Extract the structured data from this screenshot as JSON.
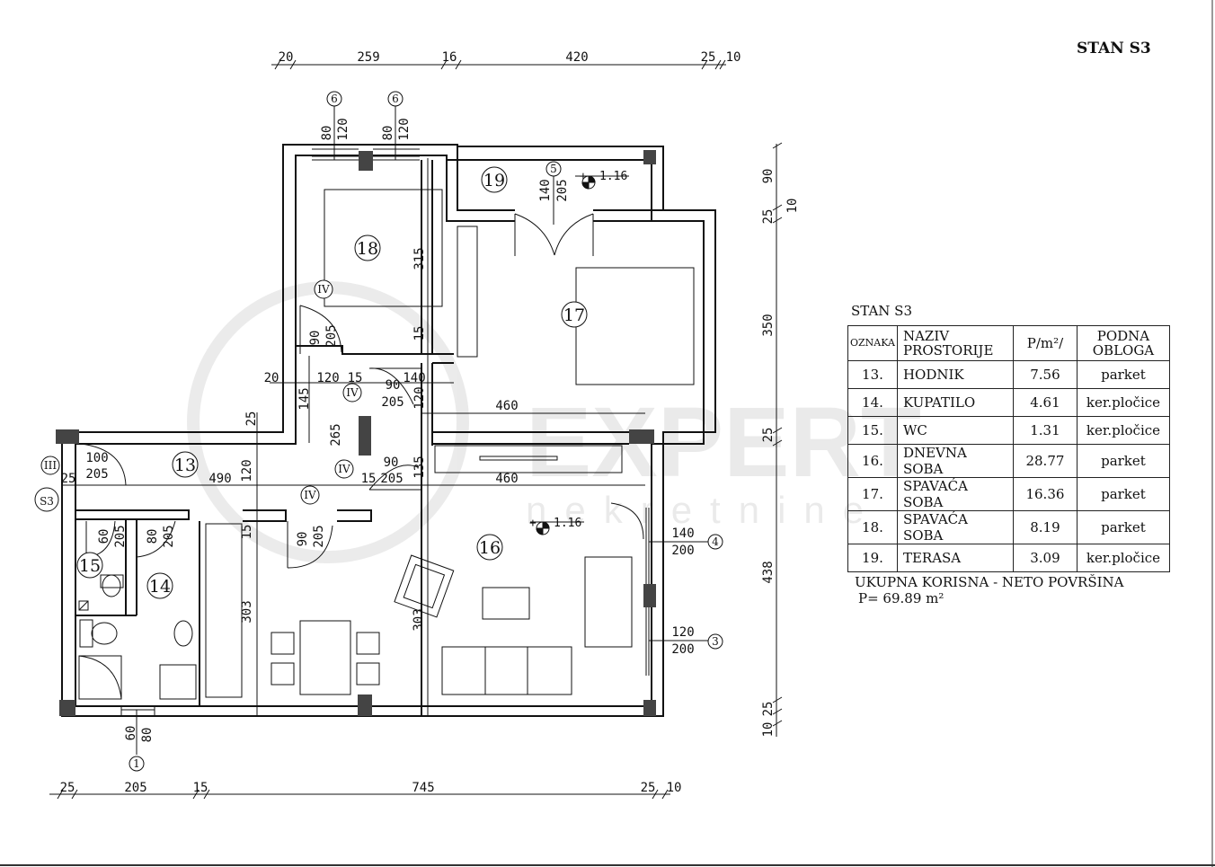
{
  "title": "STAN S3",
  "table": {
    "caption": "STAN S3",
    "headers": {
      "code": "OZNAKA",
      "name_line1": "NAZIV",
      "name_line2": "PROSTORIJE",
      "area": "P/m²/",
      "floor_line1": "PODNA",
      "floor_line2": "OBLOGA"
    },
    "rows": [
      {
        "code": "13.",
        "name": "HODNIK",
        "area": "7.56",
        "floor": "parket"
      },
      {
        "code": "14.",
        "name": "KUPATILO",
        "area": "4.61",
        "floor": "ker.pločice"
      },
      {
        "code": "15.",
        "name": "WC",
        "area": "1.31",
        "floor": "ker.pločice"
      },
      {
        "code": "16.",
        "name": "DNEVNA SOBA",
        "area": "28.77",
        "floor": "parket"
      },
      {
        "code": "17.",
        "name": "SPAVAĆA SOBA",
        "area": "16.36",
        "floor": "parket"
      },
      {
        "code": "18.",
        "name": "SPAVAĆA SOBA",
        "area": "8.19",
        "floor": "parket"
      },
      {
        "code": "19.",
        "name": "TERASA",
        "area": "3.09",
        "floor": "ker.pločice"
      }
    ]
  },
  "total": {
    "label": "UKUPNA KORISNA - NETO POVRŠINA",
    "value": "P= 69.89 m²"
  },
  "watermark": {
    "line1": "EXPERT",
    "line2": "nekretnine"
  },
  "rooms": {
    "r13": "13",
    "r14": "14",
    "r15": "15",
    "r16": "16",
    "r17": "17",
    "r18": "18",
    "r19": "19"
  },
  "labels": {
    "apartment_tag": "S3",
    "elevation_terrace": "1.16",
    "elevation_living": "1.16"
  },
  "markers": {
    "m1": "1",
    "m3": "3",
    "m4": "4",
    "m5": "5",
    "m6a": "6",
    "m6b": "6",
    "iv1": "IV",
    "iv2": "IV",
    "iv3": "IV",
    "iv4": "IV",
    "iii": "III"
  },
  "dims": {
    "top": [
      "20",
      "259",
      "16",
      "420",
      "25",
      "10"
    ],
    "bottom": [
      "25",
      "205",
      "15",
      "745",
      "25",
      "10"
    ],
    "right": [
      "90",
      "25",
      "10",
      "350",
      "25",
      "438",
      "10",
      "25"
    ],
    "window6a": [
      "80",
      "120"
    ],
    "window6b": [
      "80",
      "120"
    ],
    "window5": [
      "140",
      "205"
    ],
    "door18": [
      "90",
      "205"
    ],
    "d315": "315",
    "d15a": "15",
    "row_20": "20",
    "row_120": "120",
    "row_15": "15",
    "row_140": "140",
    "d145": "145",
    "d265": "265",
    "d120b": "120",
    "d205door": "205",
    "d90door": "90",
    "d460a": "460",
    "d25left": "25",
    "door13": [
      "100",
      "205"
    ],
    "d25tag": "25",
    "d490": "490",
    "d120c": "120",
    "d90b": "90",
    "d205b": "205",
    "d15b": "15",
    "d135": "135",
    "d460b": "460",
    "d15c": "15",
    "door_c": [
      "90",
      "205"
    ],
    "door15": [
      "60",
      "205"
    ],
    "door14": [
      "80",
      "205"
    ],
    "win4": [
      "140",
      "200"
    ],
    "win3": [
      "120",
      "200"
    ],
    "d303a": "303",
    "d303b": "303",
    "win1": [
      "60",
      "80"
    ]
  }
}
